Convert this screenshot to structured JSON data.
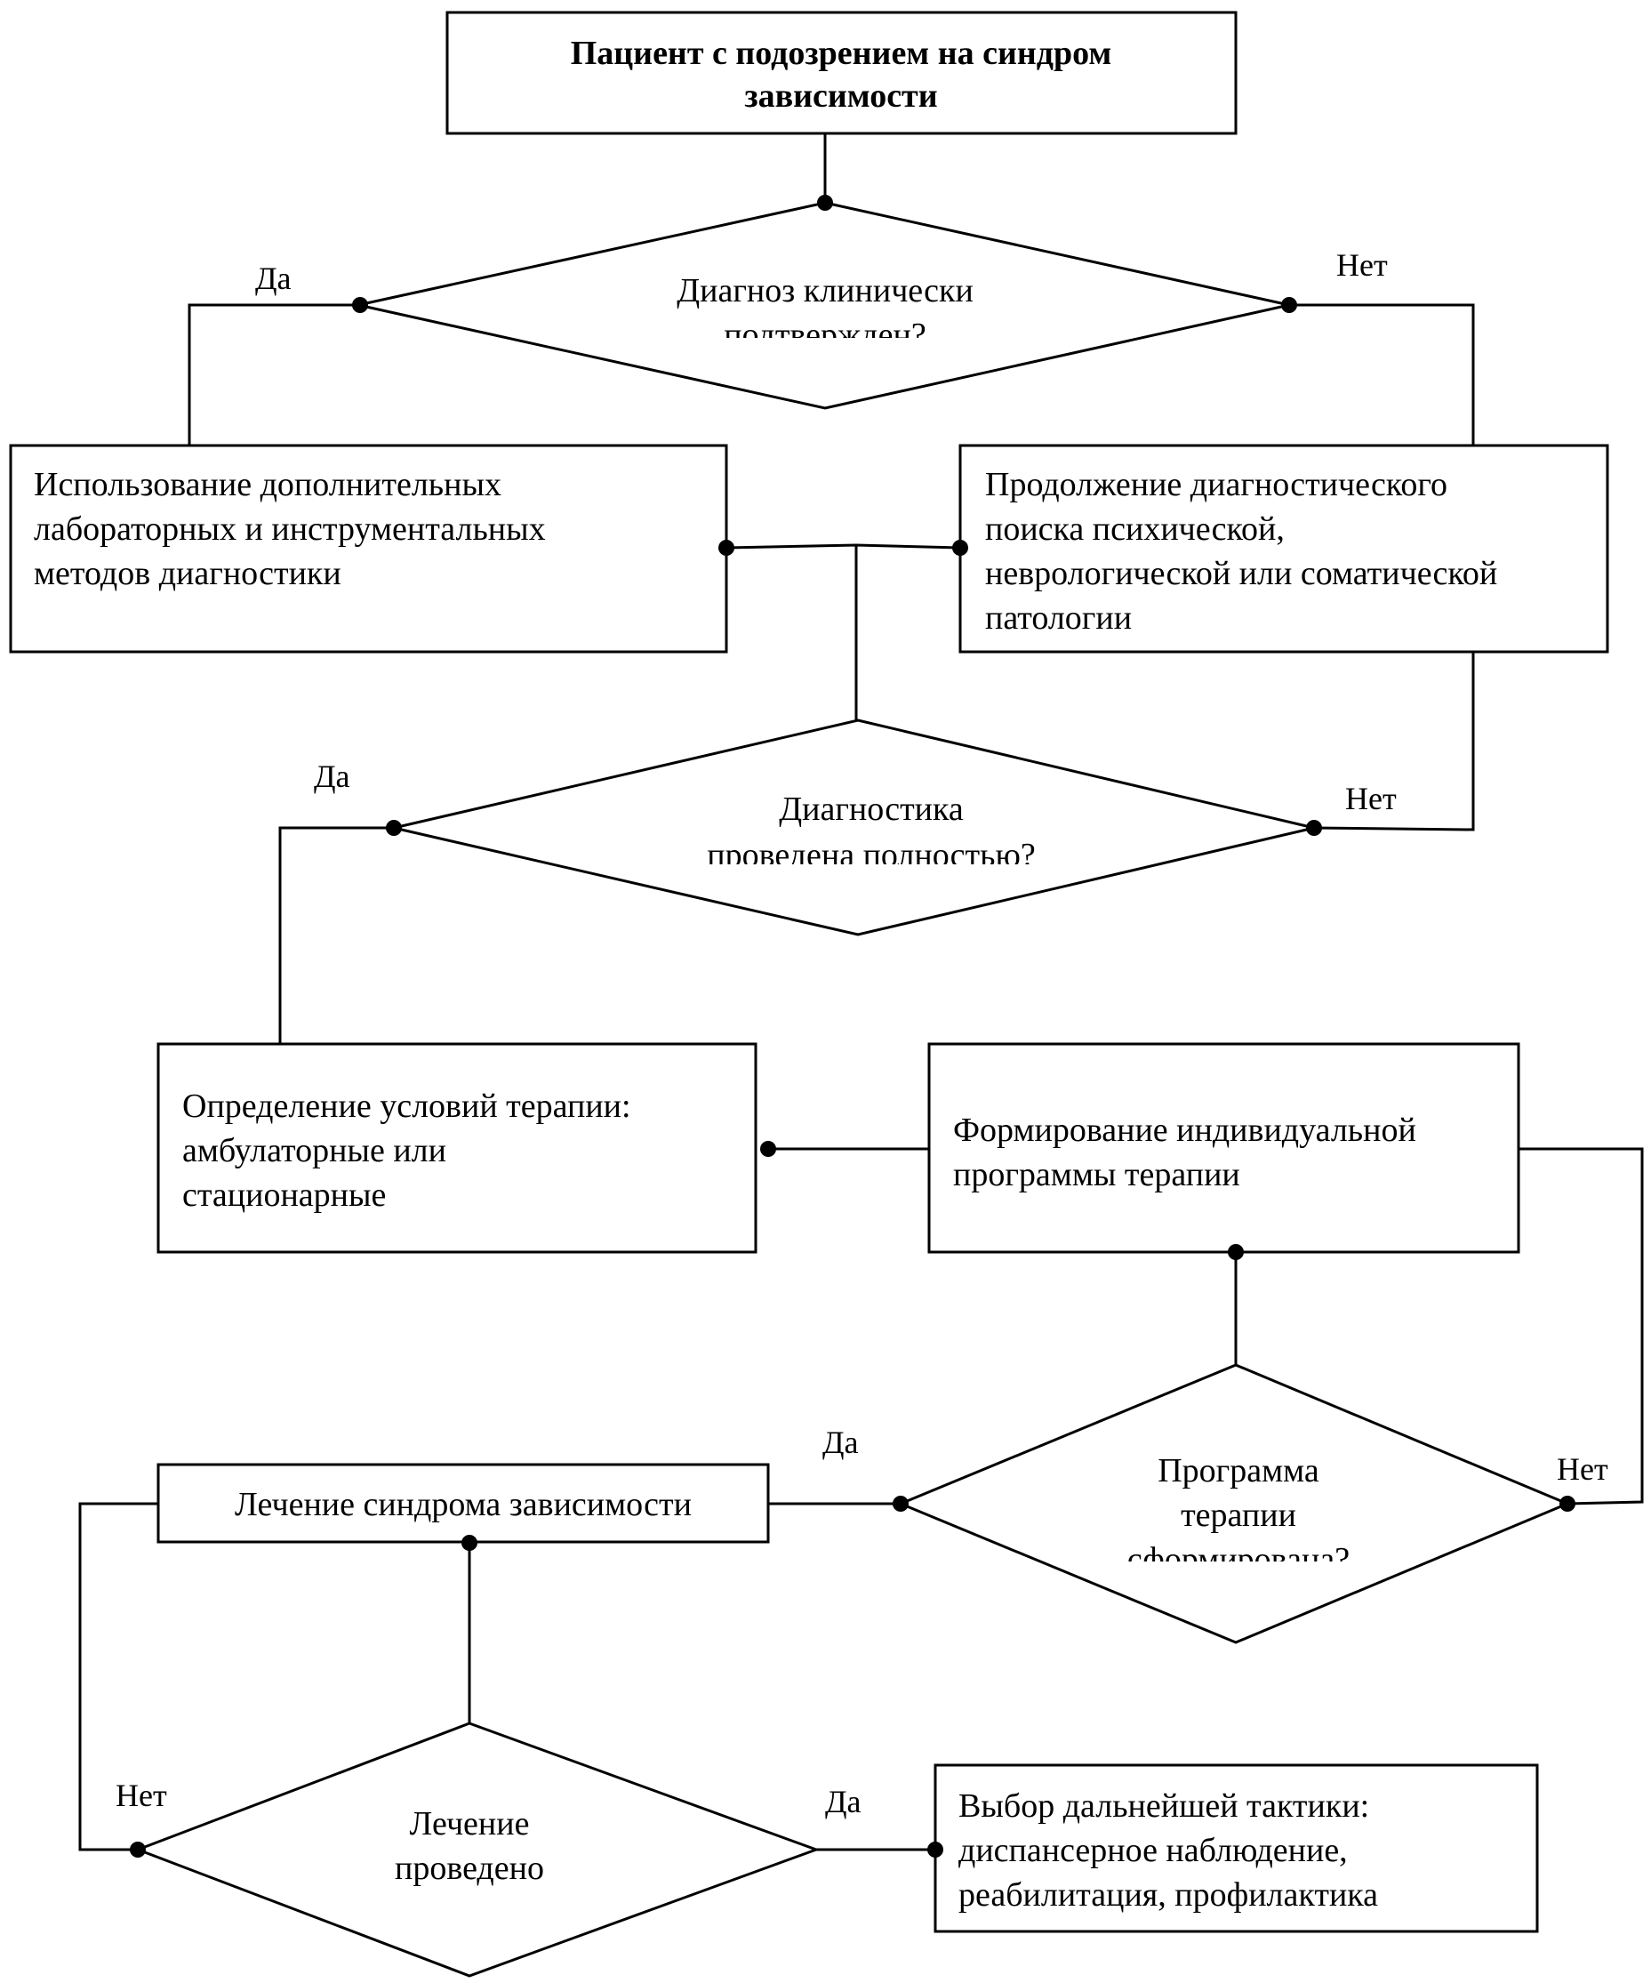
{
  "nodes": {
    "start": [
      "Пациент с подозрением на синдром",
      "зависимости"
    ],
    "decision_clinical": [
      "Диагноз клинически",
      "подтвержден?"
    ],
    "extra_methods": [
      "Использование дополнительных",
      "лабораторных и инструментальных",
      "методов диагностики"
    ],
    "continue_search": [
      "Продолжение диагностического",
      "поиска психической,",
      "неврологической или соматической",
      "патологии"
    ],
    "decision_complete": [
      "Диагностика",
      "проведена полностью?"
    ],
    "therapy_conditions": [
      "Определение условий терапии:",
      "амбулаторные или",
      "стационарные"
    ],
    "individual_program": [
      "Формирование индивидуальной",
      "программы терапии"
    ],
    "decision_program": [
      "Программа",
      "терапии",
      "сформирована?"
    ],
    "treatment": [
      "Лечение синдрома зависимости"
    ],
    "decision_treatment": [
      "Лечение",
      "проведено"
    ],
    "further_tactics": [
      "Выбор дальнейшей тактики:",
      "диспансерное наблюдение,",
      "реабилитация, профилактика"
    ]
  },
  "labels": {
    "d1_yes": "Да",
    "d1_no": "Нет",
    "d2_yes": "Да",
    "d2_no": "Нет",
    "d3_yes": "Да",
    "d3_no": "Нет",
    "d4_no": "Нет",
    "d4_yes": "Да"
  }
}
